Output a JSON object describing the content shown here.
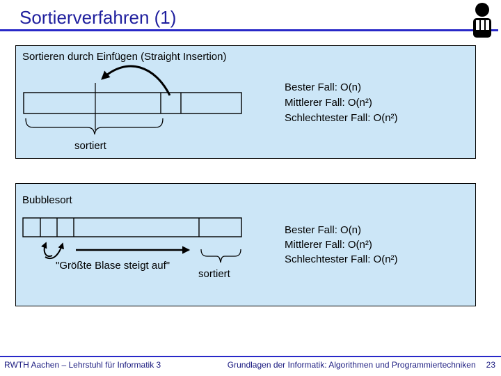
{
  "slide": {
    "title": "Sortierverfahren (1)"
  },
  "insertion": {
    "heading": "Sortieren durch Einfügen (Straight Insertion)",
    "sorted_label": "sortiert",
    "complexity": {
      "best": "Bester Fall: O(n)",
      "average": "Mittlerer Fall: O(n²)",
      "worst": "Schlechtester Fall: O(n²)"
    }
  },
  "bubblesort": {
    "heading": "Bubblesort",
    "bubble_quote": "\"Größte Blase steigt auf\"",
    "sorted_label": "sortiert",
    "complexity": {
      "best": "Bester Fall: O(n)",
      "average": "Mittlerer Fall: O(n²)",
      "worst": "Schlechtester Fall: O(n²)"
    }
  },
  "footer": {
    "left": "RWTH Aachen – Lehrstuhl für Informatik 3",
    "right": "Grundlagen der Informatik: Algorithmen und Programmiertechniken",
    "page_number": "23"
  },
  "colors": {
    "accent_line": "#2828c8",
    "title_text": "#1f1f9e",
    "box_background": "#cce6f7",
    "footer_text": "#1b1b80"
  }
}
